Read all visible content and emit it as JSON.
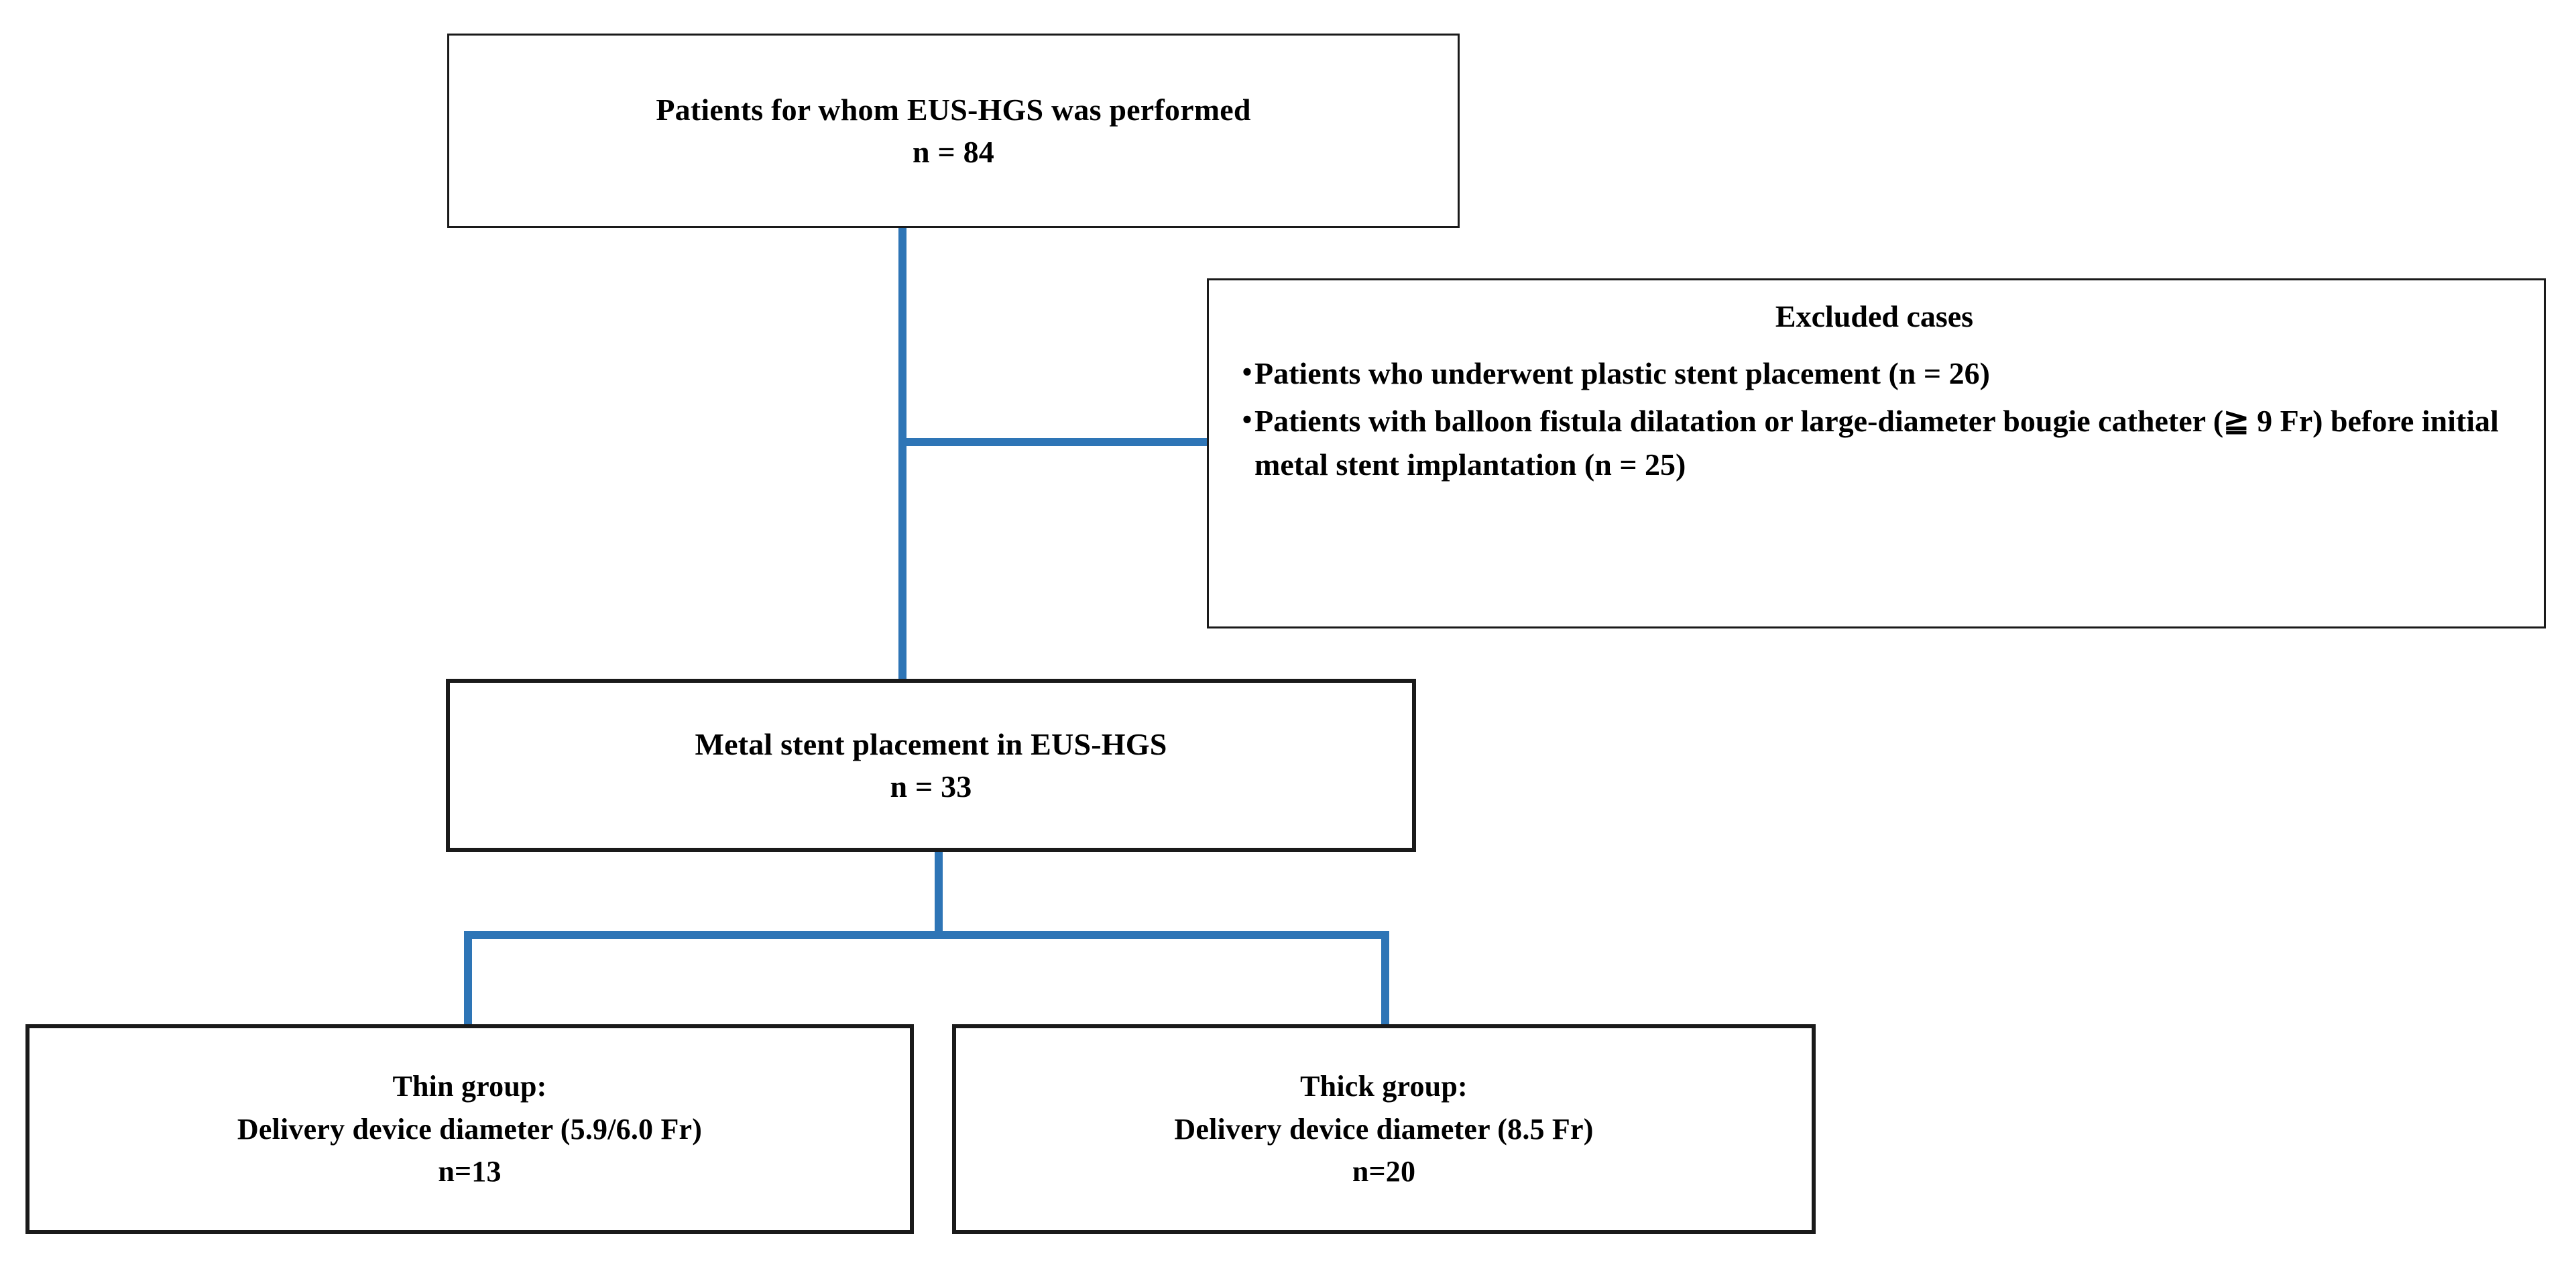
{
  "colors": {
    "connector": "#2E75B6",
    "box_border": "#1a1a1a",
    "text": "#000000",
    "background": "#ffffff"
  },
  "flowchart": {
    "type": "patient-selection-flow-diagram",
    "nodes": {
      "root": {
        "title": "Patients for whom EUS-HGS was performed",
        "count_label": "n = 84",
        "count": 84
      },
      "excluded": {
        "title": "Excluded cases",
        "items": [
          {
            "bullet": "・",
            "text": "Patients who underwent plastic stent placement (n = 26)",
            "count": 26
          },
          {
            "bullet": "・",
            "text": "Patients with balloon fistula dilatation or large‐diameter bougie catheter (≧ 9 Fr) before initial metal stent implantation (n = 25)",
            "count": 25
          }
        ]
      },
      "metal_stent": {
        "title": "Metal stent placement in EUS-HGS",
        "count_label": "n = 33",
        "count": 33
      },
      "thin_group": {
        "title": "Thin group:",
        "subtitle": "Delivery device diameter (5.9/6.0 Fr)",
        "count_label": "n=13",
        "count": 13,
        "diameter_fr": "5.9/6.0"
      },
      "thick_group": {
        "title": "Thick group:",
        "subtitle": "Delivery device diameter (8.5 Fr)",
        "count_label": "n=20",
        "count": 20,
        "diameter_fr": "8.5"
      }
    }
  }
}
